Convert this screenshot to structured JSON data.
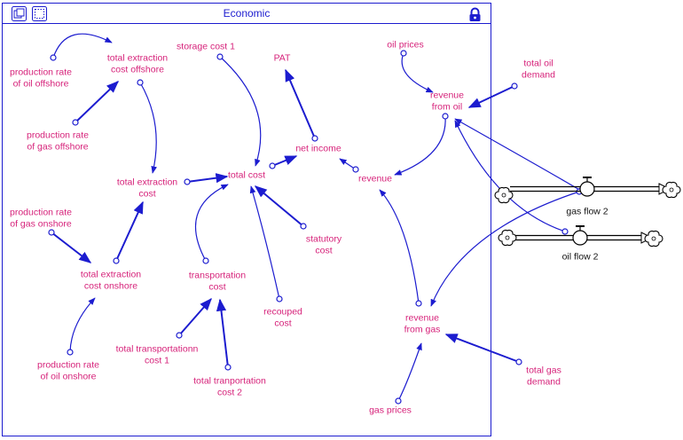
{
  "window": {
    "title": "Economic"
  },
  "icons": {
    "left1": "window-stack-icon",
    "left2": "frame-select-icon",
    "right": "lock-icon"
  },
  "colors": {
    "frame": "#1c1ccf",
    "variable": "#d6227a",
    "arrow": "#1c1ccf",
    "stock_text": "#111111"
  },
  "variables": {
    "prod_oil_off": [
      "production rate",
      "of oil offshore"
    ],
    "tec_offshore": [
      "total extraction",
      "cost offshore"
    ],
    "prod_gas_off": [
      "production rate",
      "of gas offshore"
    ],
    "tec": [
      "total extraction",
      "cost"
    ],
    "prod_gas_on": [
      "production rate",
      "of gas onshore"
    ],
    "tec_onshore": [
      "total extraction",
      "cost onshore"
    ],
    "prod_oil_on": [
      "production rate",
      "of oil onshore"
    ],
    "storage": [
      "storage cost 1"
    ],
    "pat": [
      "PAT"
    ],
    "total_cost": [
      "total cost"
    ],
    "net_income": [
      "net income"
    ],
    "transport": [
      "transportation",
      "cost"
    ],
    "statutory": [
      "statutory",
      "cost"
    ],
    "recouped": [
      "recouped",
      "cost"
    ],
    "ttc1": [
      "total transportationn",
      "cost 1"
    ],
    "ttc2": [
      "total tranportation",
      "cost 2"
    ],
    "oil_prices": [
      "oil prices"
    ],
    "total_oil": [
      "total oil",
      "demand"
    ],
    "rev_oil": [
      "revenue",
      "from oil"
    ],
    "revenue": [
      "revenue"
    ],
    "rev_gas": [
      "revenue",
      "from gas"
    ],
    "total_gas": [
      "total gas",
      "demand"
    ],
    "gas_prices": [
      "gas prices"
    ]
  },
  "flows": {
    "gas_flow": "gas flow 2",
    "oil_flow": "oil flow 2"
  }
}
